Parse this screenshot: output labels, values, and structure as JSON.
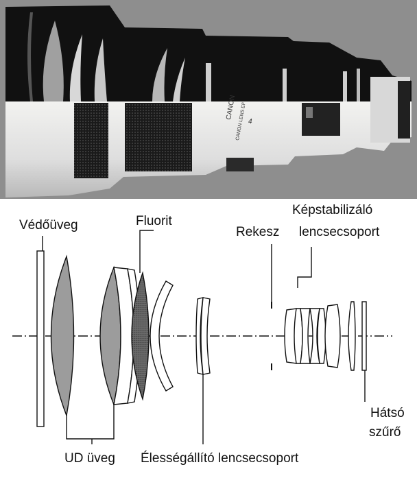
{
  "photo": {
    "body_text": [
      "CANON",
      "CANON LENS EF",
      "4"
    ]
  },
  "labels": {
    "protective_glass": "Védőüveg",
    "fluorite": "Fluorit",
    "aperture": "Rekesz",
    "is_group_line1": "Képstabilizáló",
    "is_group_line2": "lencsecsoport",
    "ud_glass": "UD üveg",
    "focus_group": "Élességállító lencsecsoport",
    "rear_filter_line1": "Hátsó",
    "rear_filter_line2": "szűrő"
  },
  "colors": {
    "barrel_white": "#e4e4e2",
    "barrel_black": "#141414",
    "lens_gray": "#9c9c9c",
    "fluorite_dark": "#5c5c5c",
    "background": "#ffffff"
  }
}
